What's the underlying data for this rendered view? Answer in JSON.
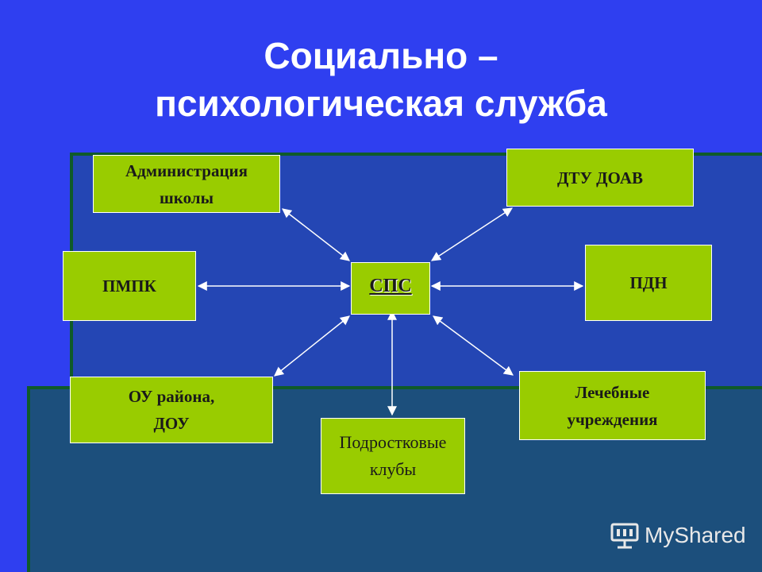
{
  "title": {
    "line1": "Социально –",
    "line2": "психологическая служба"
  },
  "center": {
    "label": "СПС"
  },
  "nodes": {
    "admin": {
      "line1": "Администрация",
      "line2": "школы"
    },
    "dtu": {
      "label": "ДТУ ДОАВ"
    },
    "pmpk": {
      "label": "ПМПК"
    },
    "pdn": {
      "label": "ПДН"
    },
    "ou": {
      "line1": "ОУ района,",
      "line2": "ДОУ"
    },
    "clubs": {
      "line1": "Подростковые",
      "line2": "клубы"
    },
    "medical": {
      "line1": "Лечебные",
      "line2": "учреждения"
    }
  },
  "watermark": {
    "text": "MyShared"
  },
  "colors": {
    "background": "#2f3ff0",
    "node_fill": "#99cc00",
    "panel_mid": "#2446b4",
    "panel_low": "#1c4f7c"
  }
}
